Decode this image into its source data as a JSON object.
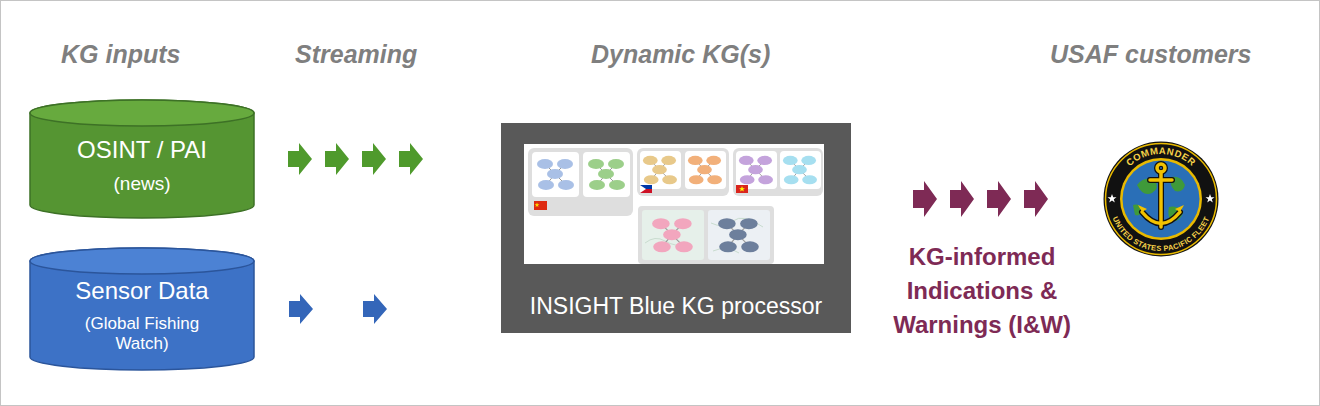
{
  "diagram": {
    "nodes": [
      {
        "text": [
          "OSINT / PAI",
          "(news)"
        ]
      },
      {
        "text": [
          "Sensor Data",
          "(Global Fishing Watch)"
        ]
      },
      {
        "text": [
          "INSIGHT Blue KG processor"
        ]
      },
      {
        "text": [
          "COMMANDER",
          "UNITED STATES PACIFIC FLEET"
        ]
      }
    ],
    "edges": [
      {
        "from": 0,
        "to": 2,
        "arrow": "to"
      },
      {
        "from": 1,
        "to": 2,
        "arrow": "to"
      },
      {
        "from": 2,
        "to": 3,
        "label": "KG-informed Indications & Warnings (I&W)",
        "arrow": "to"
      }
    ],
    "labels": [
      "KG inputs",
      "Streaming",
      "Dynamic KG(s)",
      "USAF customers"
    ]
  }
}
